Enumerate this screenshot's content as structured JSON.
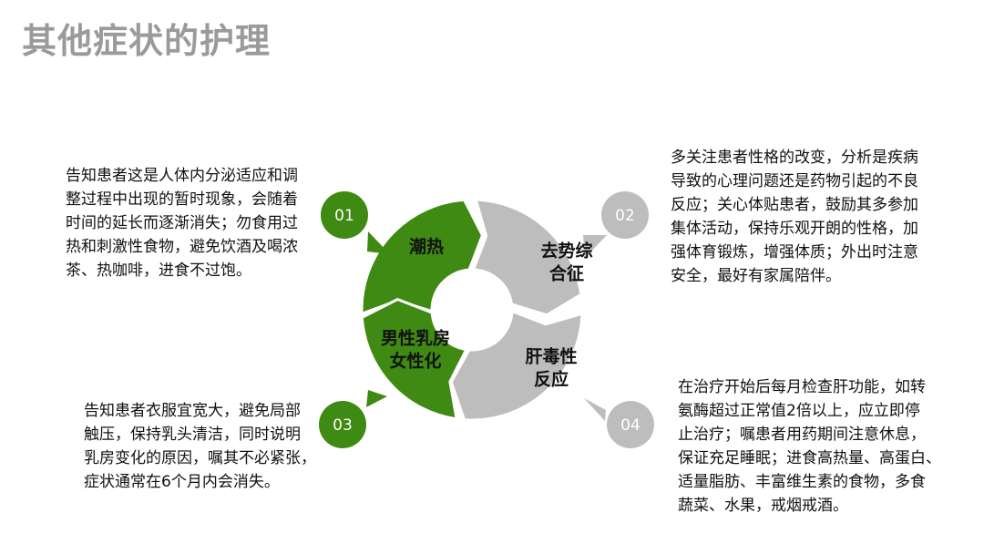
{
  "title": "其他症状的护理",
  "colors": {
    "green": "#3f8a13",
    "gray": "#bdbdbd",
    "white": "#ffffff"
  },
  "segments": [
    {
      "number": "01",
      "label_lines": [
        "潮热"
      ],
      "color": "green"
    },
    {
      "number": "02",
      "label_lines": [
        "去势综",
        "合征"
      ],
      "color": "gray"
    },
    {
      "number": "03",
      "label_lines": [
        "男性乳房",
        "女性化"
      ],
      "color": "green"
    },
    {
      "number": "04",
      "label_lines": [
        "肝毒性",
        "反应"
      ],
      "color": "gray"
    }
  ],
  "notes": {
    "n01": [
      "告知患者这是人体内分泌适应和调",
      "整过程中出现的暂时现象，会随着",
      "时间的延长而逐渐消失；勿食用过",
      "热和刺激性食物，避免饮酒及喝浓",
      "茶、热咖啡，进食不过饱。"
    ],
    "n02": [
      "多关注患者性格的改变，分析是疾病",
      "导致的心理问题还是药物引起的不良",
      "反应；关心体贴患者，鼓励其多参加",
      "集体活动，保持乐观开朗的性格，加",
      "强体育锻炼，增强体质；外出时注意",
      "安全，最好有家属陪伴。"
    ],
    "n03": [
      "告知患者衣服宜宽大，避免局部",
      "触压，保持乳头清洁，同时说明",
      "乳房变化的原因，嘱其不必紧张，",
      "症状通常在6个月内会消失。"
    ],
    "n04": [
      "在治疗开始后每月检查肝功能，如转",
      "氨酶超过正常值2倍以上，应立即停",
      "止治疗；嘱患者用药期间注意休息，",
      "保证充足睡眠；进食高热量、高蛋白、",
      "适量脂肪、丰富维生素的食物，多食",
      "蔬菜、水果，戒烟戒酒。"
    ]
  }
}
